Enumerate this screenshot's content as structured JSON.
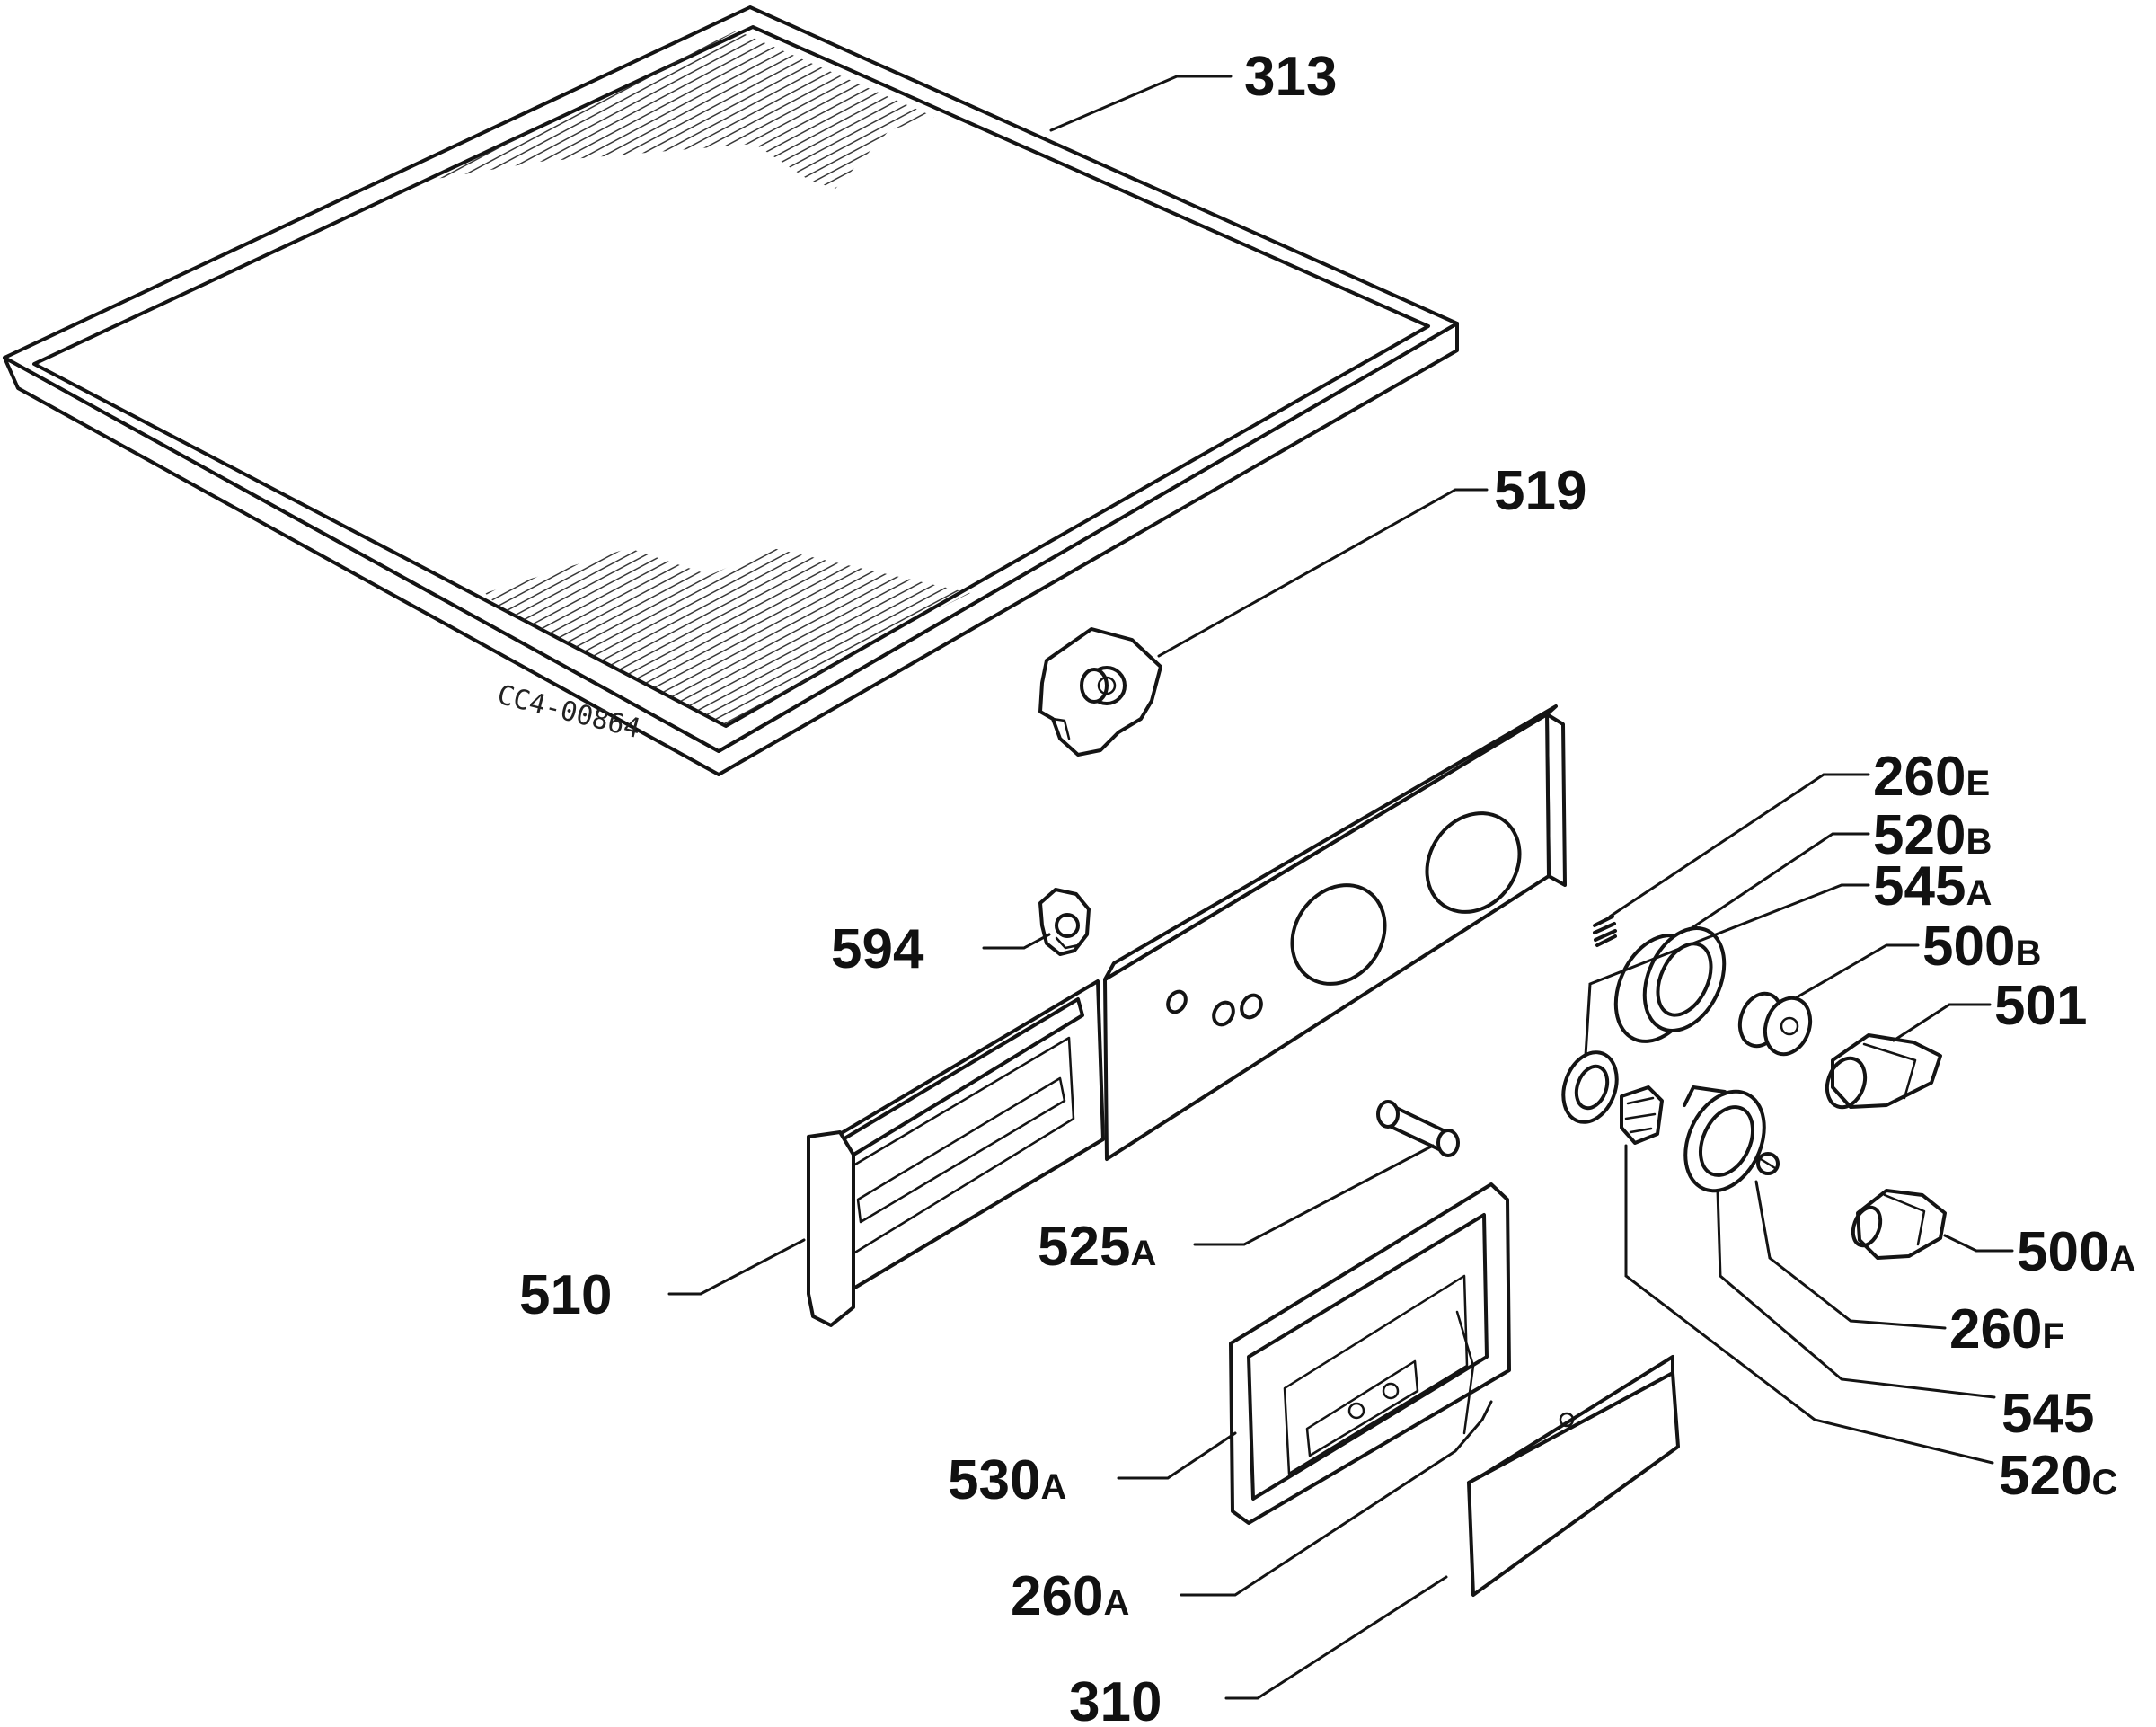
{
  "drawing_code": "CC4-00864",
  "labels": [
    {
      "id": "313",
      "main": "313",
      "suffix": ""
    },
    {
      "id": "519",
      "main": "519",
      "suffix": ""
    },
    {
      "id": "594",
      "main": "594",
      "suffix": ""
    },
    {
      "id": "260E",
      "main": "260",
      "suffix": "E"
    },
    {
      "id": "520B",
      "main": "520",
      "suffix": "B"
    },
    {
      "id": "545A",
      "main": "545",
      "suffix": "A"
    },
    {
      "id": "500B",
      "main": "500",
      "suffix": "B"
    },
    {
      "id": "501",
      "main": "501",
      "suffix": ""
    },
    {
      "id": "510",
      "main": "510",
      "suffix": ""
    },
    {
      "id": "525A",
      "main": "525",
      "suffix": "A"
    },
    {
      "id": "500A",
      "main": "500",
      "suffix": "A"
    },
    {
      "id": "260F",
      "main": "260",
      "suffix": "F"
    },
    {
      "id": "545",
      "main": "545",
      "suffix": ""
    },
    {
      "id": "520C",
      "main": "520",
      "suffix": "C"
    },
    {
      "id": "530A",
      "main": "530",
      "suffix": "A"
    },
    {
      "id": "260A",
      "main": "260",
      "suffix": "A"
    },
    {
      "id": "310",
      "main": "310",
      "suffix": ""
    }
  ]
}
